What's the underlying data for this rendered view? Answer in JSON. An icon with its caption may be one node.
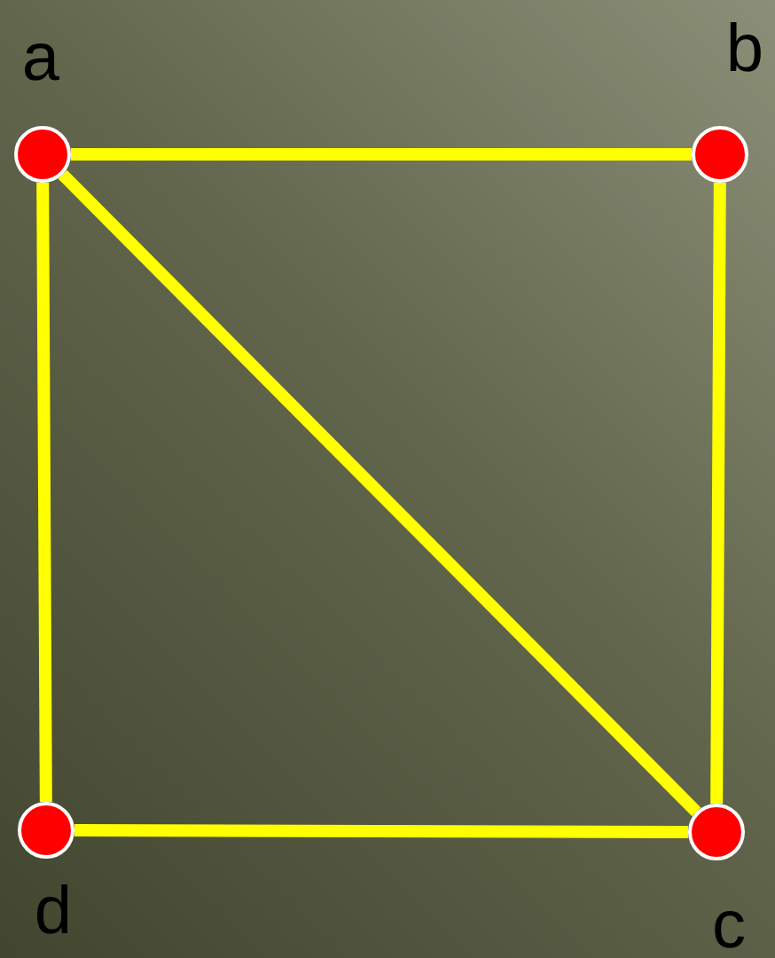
{
  "diagram": {
    "nodes": [
      {
        "text": [],
        "shape": "circle",
        "beside": [
          "a"
        ]
      },
      {
        "text": [],
        "shape": "circle",
        "beside": [
          "b"
        ]
      },
      {
        "text": [],
        "shape": "circle",
        "beside": [
          "c"
        ]
      },
      {
        "text": [],
        "shape": "circle",
        "beside": [
          "d"
        ]
      }
    ],
    "edges": [
      {
        "from": 0,
        "to": 1,
        "arrow": "none"
      },
      {
        "from": 1,
        "to": 2,
        "arrow": "none"
      },
      {
        "from": 2,
        "to": 3,
        "arrow": "none"
      },
      {
        "from": 3,
        "to": 0,
        "arrow": "none"
      },
      {
        "from": 0,
        "to": 2,
        "arrow": "none"
      }
    ]
  }
}
